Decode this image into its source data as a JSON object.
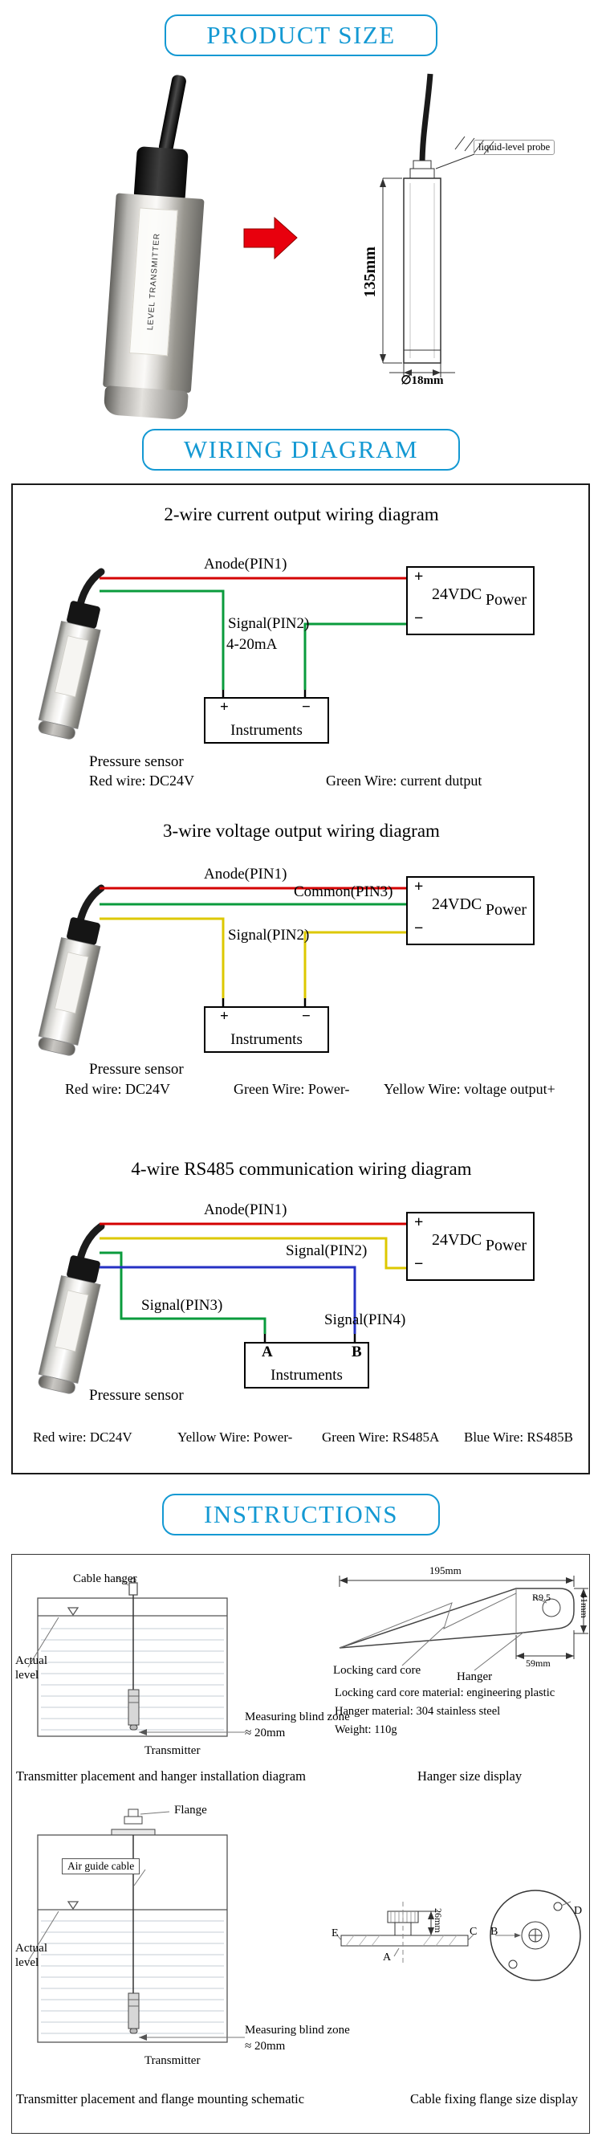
{
  "theme": {
    "accent": "#1499d3",
    "wire_red": "#d40000",
    "wire_green": "#0a9b3c",
    "wire_yellow": "#ddc800",
    "wire_blue": "#2531c4"
  },
  "headers": {
    "product_size": "PRODUCT SIZE",
    "wiring": "WIRING DIAGRAM",
    "instructions": "INSTRUCTIONS"
  },
  "product": {
    "photo_label": "LEVEL TRANSMITTER",
    "probe_label": "liquid-level probe",
    "height_dim": "135mm",
    "diameter_dim": "∅18mm"
  },
  "diagrams": [
    {
      "title": "2-wire current output wiring diagram",
      "anode": "Anode(PIN1)",
      "signal": "Signal(PIN2)",
      "signal_sub": "4-20mA",
      "power_plus": "+",
      "power_minus": "−",
      "power_voltage": "24VDC",
      "power_name": "Power",
      "inst_t1": "+",
      "inst_t2": "−",
      "inst_label": "Instruments",
      "sensor_label": "Pressure sensor",
      "legend": [
        "Red wire: DC24V",
        "Green Wire: current dutput"
      ]
    },
    {
      "title": "3-wire voltage output wiring diagram",
      "anode": "Anode(PIN1)",
      "common": "Common(PIN3)",
      "signal": "Signal(PIN2)",
      "power_plus": "+",
      "power_minus": "−",
      "power_voltage": "24VDC",
      "power_name": "Power",
      "inst_t1": "+",
      "inst_t2": "−",
      "inst_label": "Instruments",
      "sensor_label": "Pressure sensor",
      "legend": [
        "Red wire: DC24V",
        "Green Wire: Power-",
        "Yellow Wire: voltage output+"
      ]
    },
    {
      "title": "4-wire RS485 communication wiring diagram",
      "anode": "Anode(PIN1)",
      "signal2": "Signal(PIN2)",
      "signal3": "Signal(PIN3)",
      "signal4": "Signal(PIN4)",
      "power_plus": "+",
      "power_minus": "−",
      "power_voltage": "24VDC",
      "power_name": "Power",
      "inst_t1": "A",
      "inst_t2": "B",
      "inst_label": "Instruments",
      "sensor_label": "Pressure sensor",
      "legend": [
        "Red wire: DC24V",
        "Yellow Wire: Power-",
        "Green Wire: RS485A",
        "Blue Wire: RS485B"
      ]
    }
  ],
  "instructions": {
    "hanger_install": {
      "cable_hanger": "Cable hanger",
      "actual_level": "Actual level",
      "blind_zone": "Measuring blind zone",
      "blind_zone_value": "≈ 20mm",
      "transmitter": "Transmitter",
      "caption": "Transmitter placement and hanger installation diagram"
    },
    "hanger_size": {
      "dim_length": "195mm",
      "dim_height": "41mm",
      "dim_radius": "R9.5",
      "dim_width": "59mm",
      "locking_card_core": "Locking card core",
      "hanger": "Hanger",
      "info": [
        "Locking card core material: engineering plastic",
        "Hanger material: 304 stainless steel",
        "Weight: 110g"
      ],
      "caption": "Hanger size display"
    },
    "flange_install": {
      "flange": "Flange",
      "air_guide_cable": "Air guide cable",
      "actual_level": "Actual level",
      "blind_zone": "Measuring blind zone",
      "blind_zone_value": "≈ 20mm",
      "transmitter": "Transmitter",
      "caption": "Transmitter placement and flange mounting schematic"
    },
    "flange_size": {
      "dim_height": "26mm",
      "label_a": "A",
      "label_b": "B",
      "label_c": "C",
      "label_d": "D",
      "label_e": "E",
      "caption": "Cable fixing flange size display"
    }
  }
}
